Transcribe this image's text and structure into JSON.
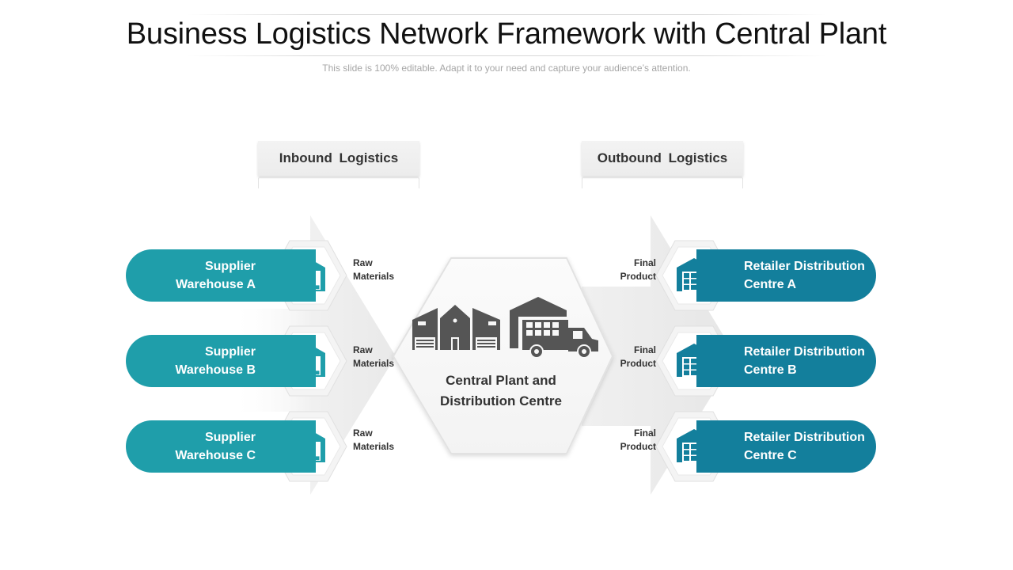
{
  "title": "Business Logistics Network Framework with Central Plant",
  "subtitle": "This slide is 100% editable. Adapt it to your need and capture your audience’s attention.",
  "sections": {
    "inbound": "Inbound  Logistics",
    "outbound": "Outbound  Logistics"
  },
  "center": {
    "line1": "Central Plant and",
    "line2": "Distribution  Centre",
    "icons": [
      "factory-buildings-icon",
      "warehouse-truck-icon"
    ]
  },
  "suppliers": [
    {
      "line1": "Supplier",
      "line2": "Warehouse A",
      "flow1": "Raw",
      "flow2": "Materials",
      "icon": "supplier-warehouse-icon"
    },
    {
      "line1": "Supplier",
      "line2": "Warehouse B",
      "flow1": "Raw",
      "flow2": "Materials",
      "icon": "supplier-warehouse-icon"
    },
    {
      "line1": "Supplier",
      "line2": "Warehouse C",
      "flow1": "Raw",
      "flow2": "Materials",
      "icon": "supplier-warehouse-icon"
    }
  ],
  "retailers": [
    {
      "line1": "Retailer Distribution",
      "line2": "Centre A",
      "flow1": "Final",
      "flow2": "Product",
      "icon": "retail-warehouse-icon"
    },
    {
      "line1": "Retailer Distribution",
      "line2": "Centre B",
      "flow1": "Final",
      "flow2": "Product",
      "icon": "retail-warehouse-icon"
    },
    {
      "line1": "Retailer Distribution",
      "line2": "Centre C",
      "flow1": "Final",
      "flow2": "Product",
      "icon": "retail-warehouse-icon"
    }
  ],
  "colors": {
    "supplier_teal": "#1f9eaa",
    "retailer_blue": "#137f9c",
    "icon_gray": "#555555",
    "hex_bg": "#f7f7f7"
  }
}
